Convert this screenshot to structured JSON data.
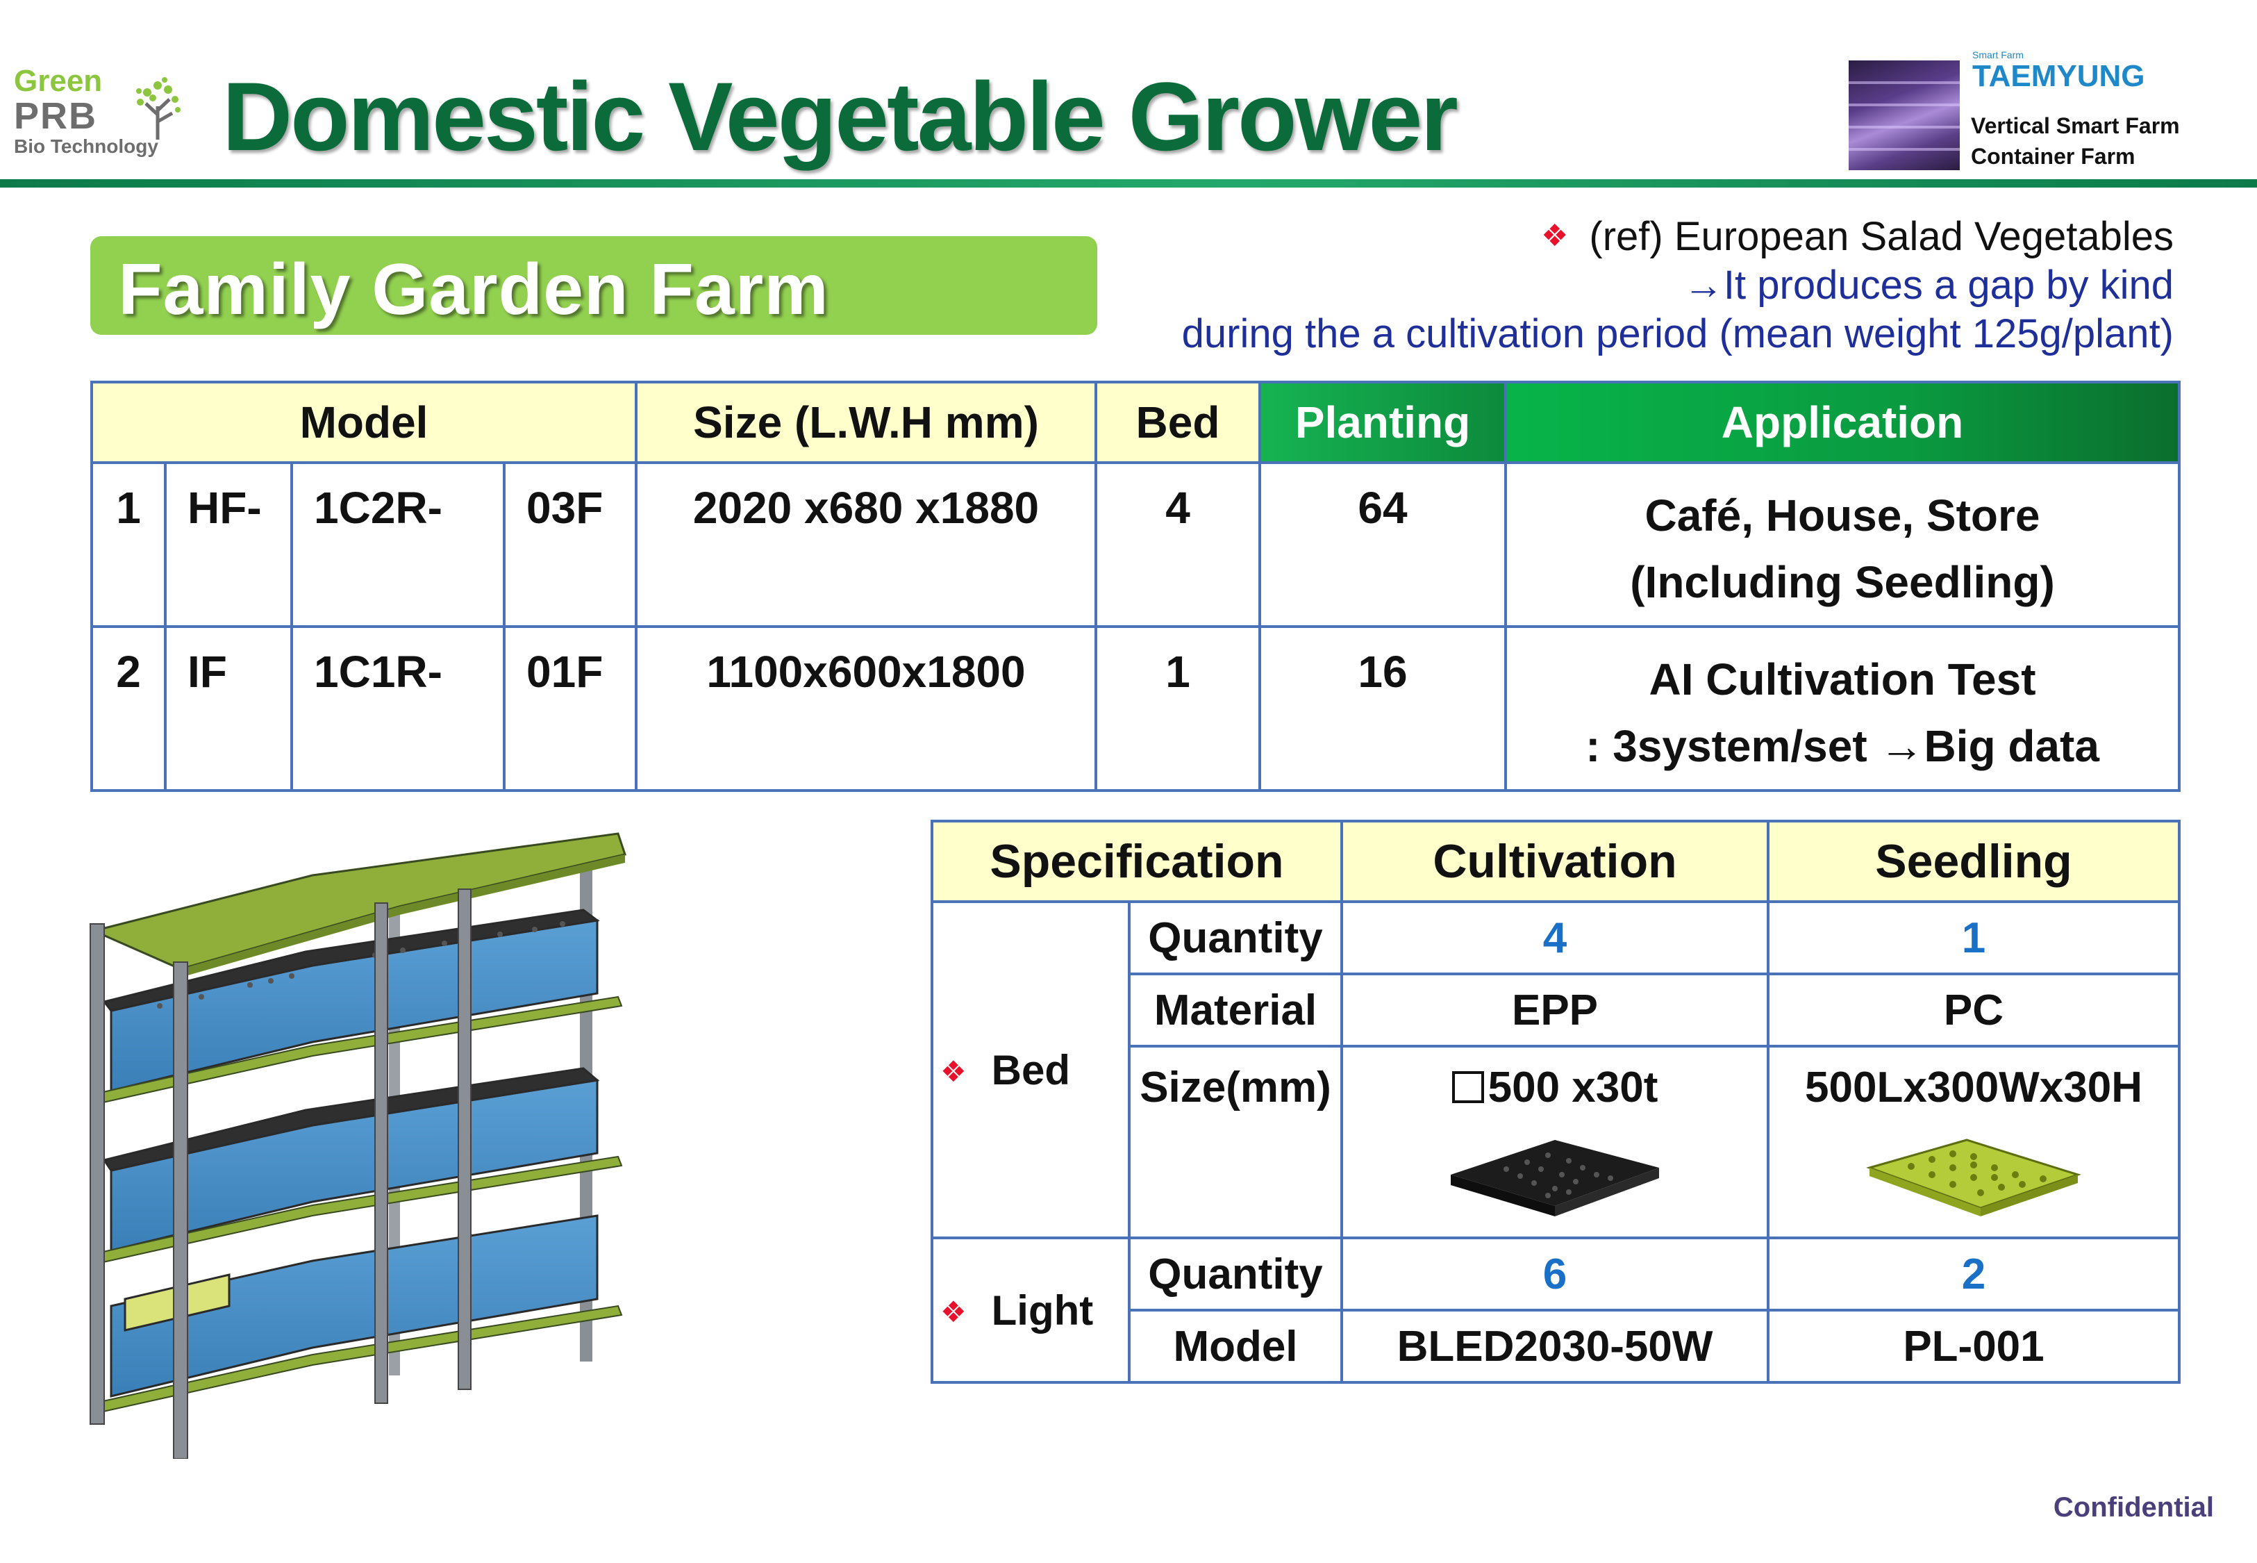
{
  "logo": {
    "line1": "Green",
    "line2": "PRB",
    "line3": "Bio Technology"
  },
  "title": "Domestic Vegetable Grower",
  "partner": {
    "tagline": "Smart Farm",
    "brand": "TAEMYUNG",
    "line1": "Vertical Smart Farm",
    "line2": "Container Farm"
  },
  "section_title": "Family Garden Farm",
  "note": {
    "line1_prefix": "(ref)",
    "line1_text": "European Salad Vegetables",
    "line2": "→It produces a gap by kind",
    "line3": "during the a cultivation period (mean weight 125g/plant)"
  },
  "model_table": {
    "headers": {
      "model": "Model",
      "size": "Size (L.W.H mm)",
      "bed": "Bed",
      "planting": "Planting",
      "application": "Application"
    },
    "rows": [
      {
        "no": "1",
        "prefix": "HF-",
        "code": "1C2R-",
        "suffix": "03F",
        "size": "2020 x680 x1880",
        "bed": "4",
        "planting": "64",
        "application_line1": "Café, House, Store",
        "application_line2": "(Including Seedling)"
      },
      {
        "no": "2",
        "prefix": "IF",
        "code": "1C1R-",
        "suffix": "01F",
        "size": "1100x600x1800",
        "bed": "1",
        "planting": "16",
        "application_line1": "AI Cultivation Test",
        "application_line2": ": 3system/set →Big data"
      }
    ]
  },
  "spec_table": {
    "headers": {
      "specification": "Specification",
      "cultivation": "Cultivation",
      "seedling": "Seedling"
    },
    "bed": {
      "label": "Bed",
      "quantity_label": "Quantity",
      "quantity_cultivation": "4",
      "quantity_seedling": "1",
      "material_label": "Material",
      "material_cultivation": "EPP",
      "material_seedling": "PC",
      "size_label": "Size(mm)",
      "size_cultivation": "500 x30t",
      "size_seedling": "500Lx300Wx30H"
    },
    "light": {
      "label": "Light",
      "quantity_label": "Quantity",
      "quantity_cultivation": "6",
      "quantity_seedling": "2",
      "model_label": "Model",
      "model_cultivation": "BLED2030-50W",
      "model_seedling": "PL-001"
    }
  },
  "footer": "Confidential",
  "colors": {
    "title_green": "#0b6b3a",
    "banner_green": "#92d050",
    "table_border": "#4a72b8",
    "header_yellow": "#ffffcc",
    "accent_red": "#e8102a",
    "note_blue": "#1f2f9a",
    "value_blue": "#1a6fc6"
  }
}
